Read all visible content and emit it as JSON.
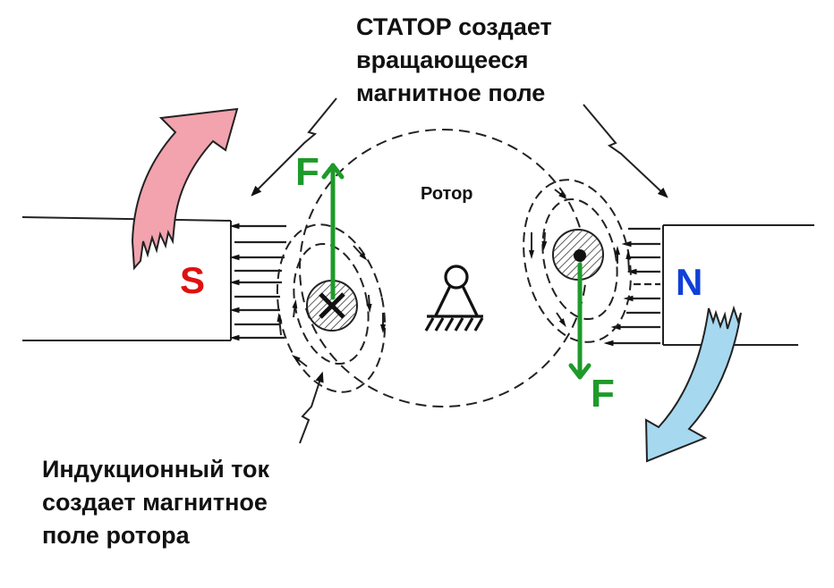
{
  "stator_caption": "СТАТОР создает\nвращающееся\nмагнитное поле",
  "induction_caption": "Индукционный ток\nсоздает магнитное\nполе ротора",
  "rotor_label": "Ротор",
  "poles": {
    "south": {
      "label": "S",
      "color": "#e01010"
    },
    "north": {
      "label": "N",
      "color": "#1040d8"
    }
  },
  "forces": {
    "left": {
      "label": "F",
      "direction": "up"
    },
    "right": {
      "label": "F",
      "direction": "down"
    },
    "color": "#1e9a2a"
  },
  "conductors": {
    "left": {
      "current": "into-page",
      "symbol": "cross"
    },
    "right": {
      "current": "out-of-page",
      "symbol": "dot"
    }
  },
  "rotation_arrows": {
    "south_arrow_color": "#f2a3ad",
    "north_arrow_color": "#a6d8f0"
  }
}
